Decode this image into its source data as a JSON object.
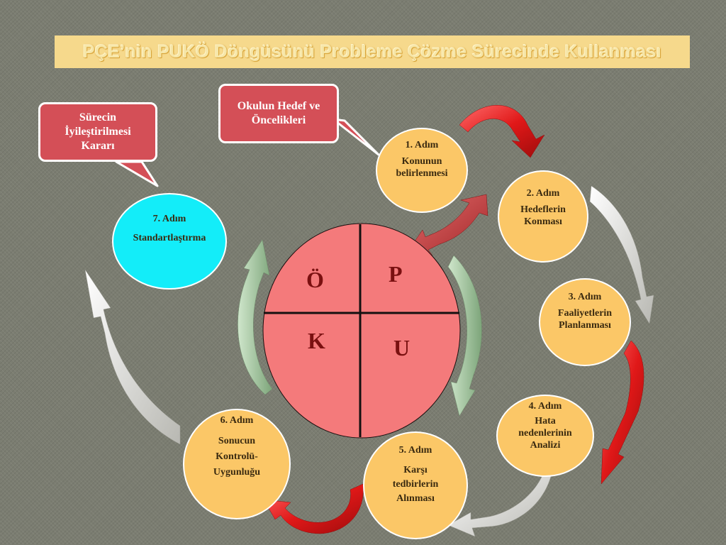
{
  "title": "PÇE’nin PUKÖ Döngüsünü Probleme Çözme Sürecinde Kullanması",
  "callouts": {
    "goals": "Okulun Hedef ve Öncelikleri",
    "improve": "Sürecin İyileştirilmesi Kararı"
  },
  "steps": [
    {
      "step": "1. Adım",
      "label": "Konunun belirlenmesi"
    },
    {
      "step": "2. Adım",
      "label": "Hedeflerin Konması"
    },
    {
      "step": "3. Adım",
      "label": "Faaliyetlerin Planlanması"
    },
    {
      "step": "4. Adım",
      "label": "Hata nedenlerinin Analizi"
    },
    {
      "step": "5. Adım",
      "label": "Karşı tedbirlerin Alınması"
    },
    {
      "step": "6. Adım",
      "label": "Sonucun Kontrolü-Uygunluğu"
    },
    {
      "step": "7. Adım",
      "label": "Standartlaştırma"
    }
  ],
  "pdca": {
    "p": "P",
    "u": "U",
    "k": "K",
    "o": "Ö"
  },
  "colors": {
    "background": "#7b7d71",
    "title_bar": "#f6d98c",
    "step_fill": "#fbc767",
    "step7_fill": "#13edf9",
    "callout_fill": "#d44f57",
    "pdca_fill": "#f47a7b",
    "arrow_red": "#e01818",
    "arrow_white": "#e6e6e2",
    "arrow_green": "#a9c9a4"
  }
}
